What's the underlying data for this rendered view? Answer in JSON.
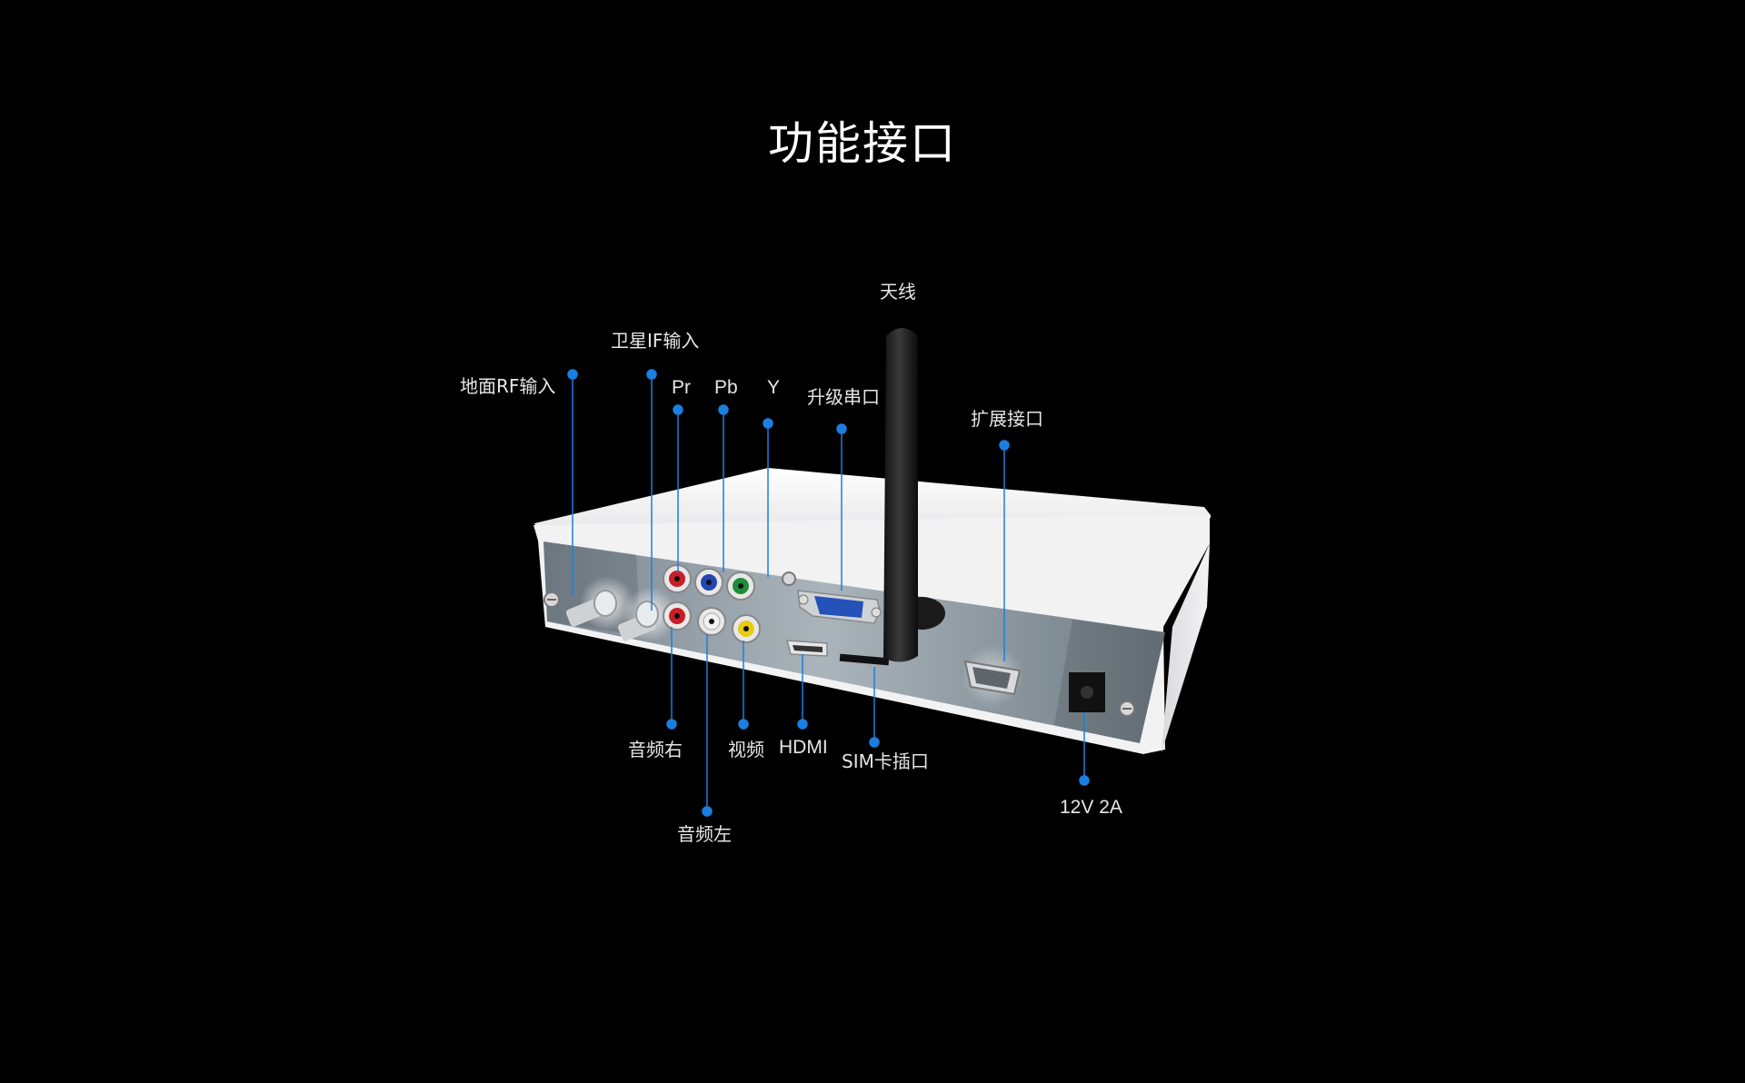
{
  "title": "功能接口",
  "accent_color": "#1a7fe0",
  "labels": {
    "antenna": "天线",
    "satellite_if": "卫星IF输入",
    "terrestrial_rf": "地面RF输入",
    "pr": "Pr",
    "pb": "Pb",
    "y": "Y",
    "upgrade_serial": "升级串口",
    "expansion": "扩展接口",
    "audio_right": "音频右",
    "video": "视频",
    "hdmi": "HDMI",
    "sim_slot": "SIM卡插口",
    "power": "12V 2A",
    "audio_left": "音频左"
  }
}
